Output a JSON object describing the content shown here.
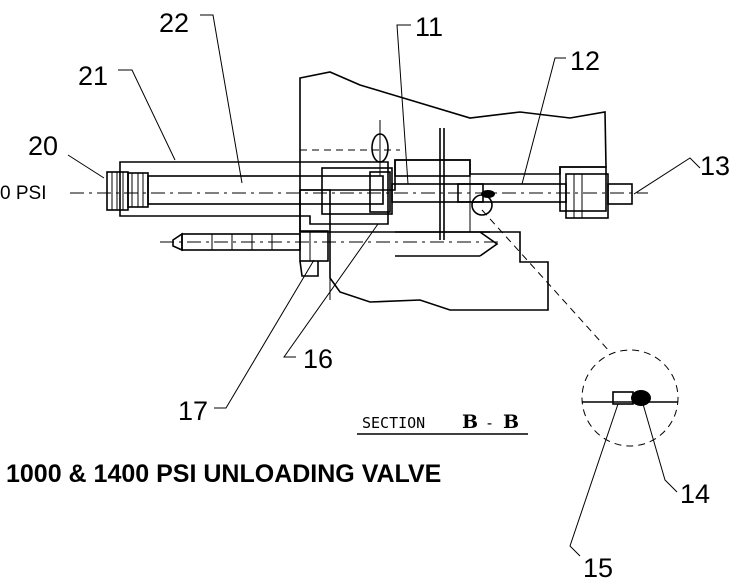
{
  "labels": {
    "l11": "11",
    "l12": "12",
    "l13": "13",
    "l14": "14",
    "l15": "15",
    "l16": "16",
    "l17": "17",
    "l20": "20",
    "l21": "21",
    "l22": "22"
  },
  "pressure_note": "0 PSI",
  "section": {
    "prefix": "SECTION",
    "letter_a": "B",
    "separator": "-",
    "letter_b": "B"
  },
  "title": "1000 & 1400 PSI UNLOADING VALVE"
}
